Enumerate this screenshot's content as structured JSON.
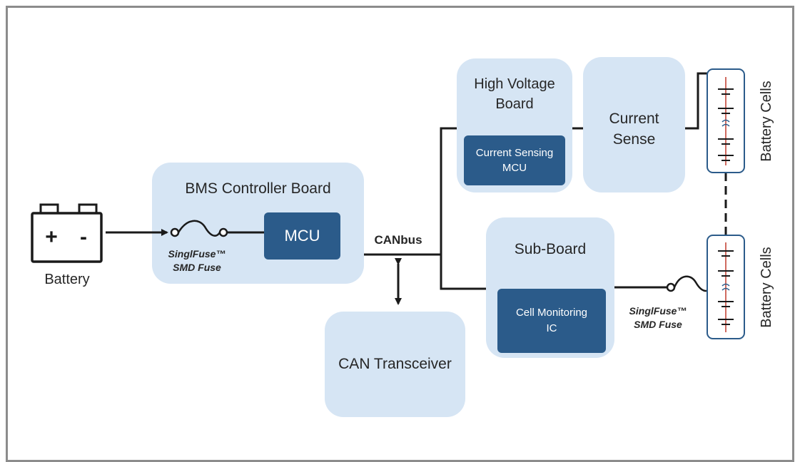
{
  "colors": {
    "box_fill": "#d6e5f4",
    "inner_fill": "#2b5b8a",
    "line": "#1a1a1a",
    "cell_red": "#c0392b",
    "frame": "#8c8c8c"
  },
  "battery": {
    "label": "Battery",
    "plus": "+",
    "minus": "-"
  },
  "bms_board": {
    "title": "BMS Controller Board",
    "mcu": "MCU"
  },
  "fuse_left": {
    "line1": "SinglFuse™",
    "line2": "SMD Fuse"
  },
  "fuse_right": {
    "line1": "SinglFuse™",
    "line2": "SMD Fuse"
  },
  "canbus": {
    "label": "CANbus"
  },
  "can_transceiver": {
    "title": "CAN Transceiver"
  },
  "hv_board": {
    "title": "High Voltage\nBoard",
    "inner": "Current Sensing\nMCU"
  },
  "current_sense": {
    "title": "Current\nSense"
  },
  "sub_board": {
    "title": "Sub-Board",
    "inner": "Cell Monitoring\nIC"
  },
  "battery_cells_top": {
    "label": "Battery Cells"
  },
  "battery_cells_bottom": {
    "label": "Battery Cells"
  }
}
